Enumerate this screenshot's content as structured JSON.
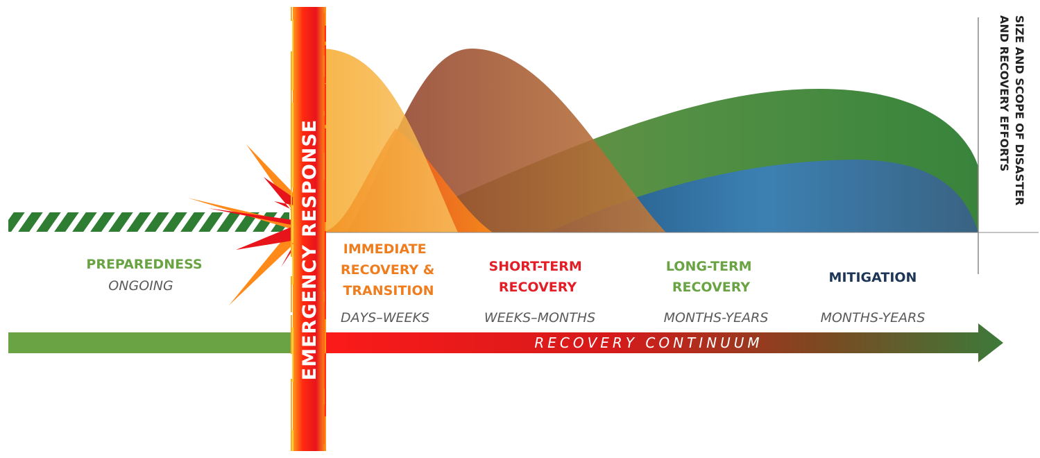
{
  "colors": {
    "preparedness": "#6aa343",
    "immediate": "#ef7d1e",
    "short_term": "#e31e26",
    "long_term": "#6aa343",
    "mitigation": "#1d3557",
    "emergency": "#e8141c",
    "timeframe": "#5a5a5a"
  },
  "axis_label": {
    "line1": "SIZE AND SCOPE OF DISASTER",
    "line2": "AND RECOVERY EFFORTS"
  },
  "emergency_label": "EMERGENCY RESPONSE",
  "continuum_label": "RECOVERY CONTINUUM",
  "preparedness": {
    "label": "PREPAREDNESS",
    "timeframe": "ONGOING"
  },
  "phases": [
    {
      "id": "immediate",
      "lines": [
        "IMMEDIATE",
        "RECOVERY &",
        "TRANSITION"
      ],
      "timeframe": "DAYS–WEEKS"
    },
    {
      "id": "short_term",
      "lines": [
        "SHORT-TERM",
        "RECOVERY"
      ],
      "timeframe": "WEEKS–MONTHS"
    },
    {
      "id": "long_term",
      "lines": [
        "LONG-TERM",
        "RECOVERY"
      ],
      "timeframe": "MONTHS-YEARS"
    },
    {
      "id": "mitigation",
      "lines": [
        "MITIGATION"
      ],
      "timeframe": "MONTHS-YEARS"
    }
  ]
}
